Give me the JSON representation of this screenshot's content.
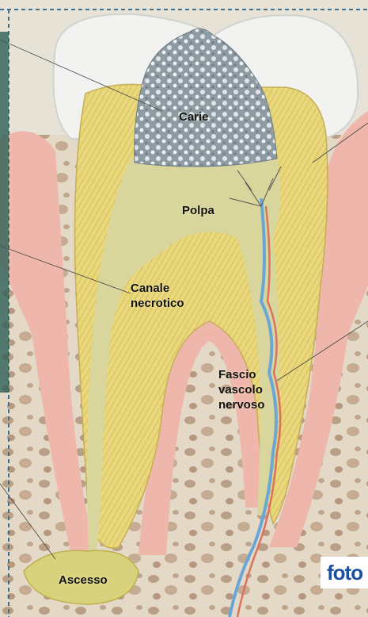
{
  "labels": {
    "carie": "Carie",
    "polpa": "Polpa",
    "canale_line1": "Canale",
    "canale_line2": "necrotico",
    "fascio_line1": "Fascio",
    "fascio_line2": "vascolo",
    "fascio_line3": "nervoso",
    "ascesso": "Ascesso"
  },
  "watermark": "foto",
  "colors": {
    "enamel": "#eef0ee",
    "dentin": "#e6d479",
    "pulp": "#d6d498",
    "caries": "#9aa6ad",
    "gum": "#f0b3a8",
    "bone": "#e3d8c6",
    "nerve_blue": "#6aa6d8",
    "vessel_red": "#d9735f",
    "frame_dash": "#3f6f8c",
    "watermark_blue": "#1b4fa0"
  }
}
